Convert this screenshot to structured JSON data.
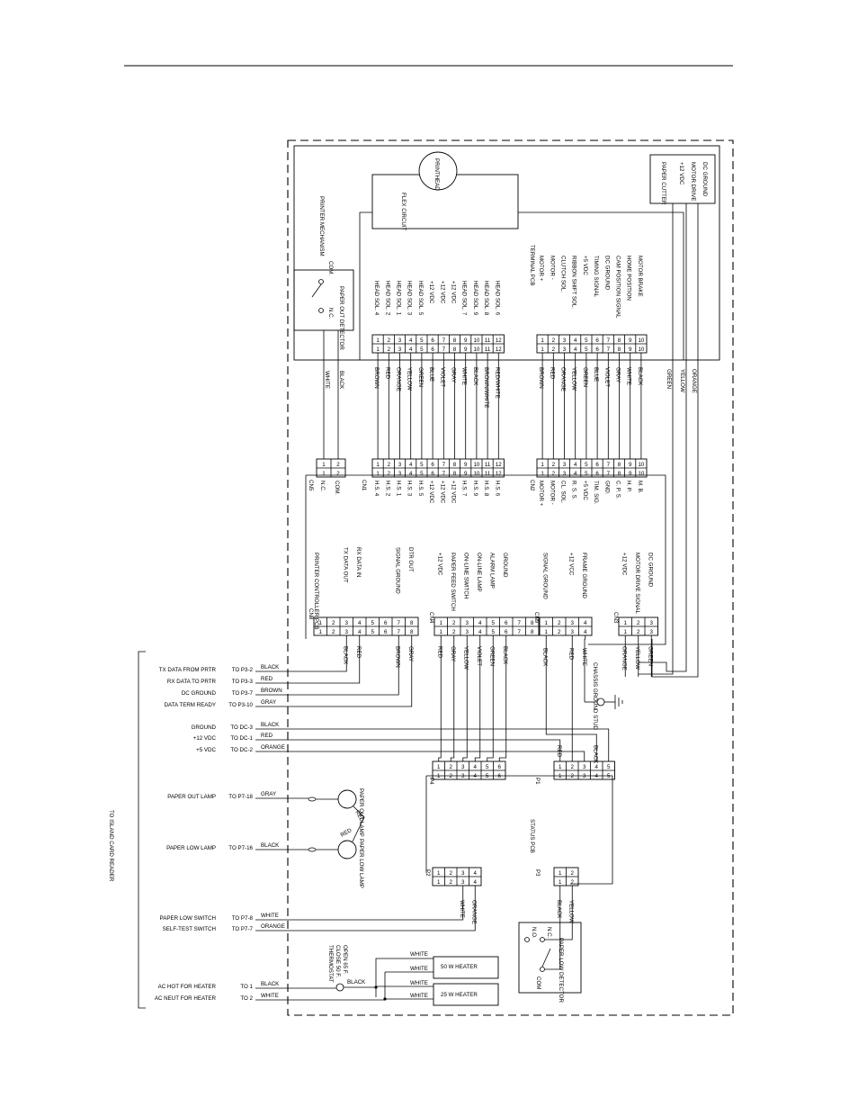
{
  "printer_mechanism": {
    "title": "PRINTER MECHANISM",
    "printhead": "PRINTHEAD",
    "flex_circuit": "FLEX CIRCUIT",
    "terminal_pcb": "TERMINAL PCB",
    "paper_out_detector": "PAPER OUT DETECTOR",
    "switch_nc": "N.C.",
    "switch_com": "COM.",
    "paper_cutter": {
      "title": "PAPER CUTTER",
      "signals": [
        "+12 VDC",
        "MOTOR DRIVE",
        "DC GROUND"
      ]
    },
    "head_block_signals": [
      "HEAD SOL. 4",
      "HEAD SOL. 2",
      "HEAD SOL. 1",
      "HEAD SOL. 3",
      "HEAD SOL. 5",
      "+12 VDC",
      "+12 VDC",
      "+12 VDC",
      "HEAD SOL. 7",
      "HEAD SOL. 9",
      "HEAD SOL. 8",
      "HEAD SOL. 6"
    ],
    "motor_block_signals": [
      "MOTOR +",
      "MOTOR -",
      "CLUTCH SOL.",
      "RIBBON SHIFT SOL.",
      "+5 VDC",
      "TIMING SIGNAL",
      "DC GROUND",
      "CAM POSITION SIGNAL",
      "HOME POSITION",
      "MOTOR BRAKE"
    ]
  },
  "wire_colors": {
    "detector": [
      "WHITE",
      "BLACK"
    ],
    "head": [
      "BROWN",
      "RED",
      "ORANGE",
      "YELLOW",
      "GREEN",
      "BLUE",
      "VIOLET",
      "GRAY",
      "WHITE",
      "BLACK",
      "BROWN/WHITE",
      "RED/WHITE"
    ],
    "motor": [
      "BROWN",
      "RED",
      "ORANGE",
      "YELLOW",
      "GREEN",
      "BLUE",
      "VIOLET",
      "GRAY",
      "WHITE",
      "BLACK"
    ],
    "cutter": [
      "GREEN",
      "YELLOW",
      "ORANGE"
    ]
  },
  "controller_pcb": {
    "title": "PRINTER CONTROLLER PCB",
    "cn5": {
      "name": "CN5",
      "labels": [
        "N.C.",
        "COM."
      ]
    },
    "cn1": {
      "name": "CN1",
      "labels": [
        "H.S. 4",
        "H.S. 2",
        "H.S. 1",
        "H.S. 3",
        "H.S. 5",
        "+12 VDC",
        "+12 VDC",
        "+12 VDC",
        "H.S. 7",
        "H.S. 9",
        "H.S. 8",
        "H.S. 6"
      ]
    },
    "cn2": {
      "name": "CN2",
      "labels": [
        "MOTOR +",
        "MOTOR -",
        "CL. SOL.",
        "R. S. S.",
        "+5 VDC",
        "TIM. SIG.",
        "GND.",
        "C. P. S.",
        "H. P.",
        "M. B."
      ]
    },
    "cn8": {
      "name": "CN8",
      "labels": [
        "",
        "",
        "TX DATA OUT",
        "RX DATA IN",
        "",
        "",
        "SIGNAL GROUND",
        "DTR OUT"
      ]
    },
    "cn4": {
      "name": "CN4",
      "labels": [
        "+12 VDC",
        "PAPER FEED SWITCH",
        "ON-LINE SWITCH",
        "ON-LINE LAMP",
        "ALARM LAMP",
        "GROUND",
        "",
        ""
      ]
    },
    "cn9": {
      "name": "CN9",
      "labels": [
        "SIGNAL GROUND",
        "",
        "+12 VCC",
        "FRAME GROUND"
      ]
    },
    "cn3": {
      "name": "CN3",
      "labels": [
        "+12 VDC",
        "MOTOR DRIVE SIGNAL",
        "DC GROUND"
      ]
    }
  },
  "cn8_wires": [
    "",
    "",
    "BLACK",
    "RED",
    "",
    "",
    "BROWN",
    "GRAY"
  ],
  "cn4_wires": [
    "RED",
    "GRAY",
    "YELLOW",
    "VIOLET",
    "GREEN",
    "BLACK"
  ],
  "cn9_wires": [
    "BLACK",
    "",
    "RED",
    "WHITE"
  ],
  "cn3_wires": [
    "ORANGE",
    "YELLOW",
    "GREEN"
  ],
  "chassis_ground": "CHASSIS GROUND STUD",
  "status_pcb": {
    "title": "STATUS PCB",
    "p4": "P4",
    "p1": "P1",
    "p2": "P2",
    "p3": "P3",
    "p1_wires": [
      "RED",
      "",
      "",
      "BLACK",
      ""
    ]
  },
  "card_reader": {
    "title": "TO ISLAND CARD READER",
    "rows": [
      {
        "label": "TX DATA FROM PRTR",
        "to": "TO P3-2",
        "wire": "BLACK"
      },
      {
        "label": "RX DATA TO PRTR",
        "to": "TO P3-3",
        "wire": "RED"
      },
      {
        "label": "DC GROUND",
        "to": "TO P3-7",
        "wire": "BROWN"
      },
      {
        "label": "DATA TERM READY",
        "to": "TO P3-10",
        "wire": "GRAY"
      },
      {
        "label": "GROUND",
        "to": "TO DC-3",
        "wire": "BLACK"
      },
      {
        "label": "+12 VDC",
        "to": "TO DC-1",
        "wire": "RED"
      },
      {
        "label": "+5 VDC",
        "to": "TO DC-2",
        "wire": "ORANGE"
      },
      {
        "label": "PAPER OUT LAMP",
        "to": "TO P7-18",
        "wire": "GRAY"
      },
      {
        "label": "PAPER LOW LAMP",
        "to": "TO P7-16",
        "wire": "BLACK"
      },
      {
        "label": "PAPER LOW SWITCH",
        "to": "TO P7-8",
        "wire": "WHITE"
      },
      {
        "label": "SELF-TEST SWITCH",
        "to": "TO P7-7",
        "wire": "ORANGE"
      },
      {
        "label": "AC HOT FOR HEATER",
        "to": "TO 1",
        "wire": "BLACK"
      },
      {
        "label": "AC NEUT FOR HEATER",
        "to": "TO 2",
        "wire": "WHITE"
      }
    ]
  },
  "lamps": {
    "paper_out": "PAPER OUT LAMP",
    "paper_low": "PAPER LOW LAMP",
    "red1": "RED",
    "red2": "RED"
  },
  "p2_wires": [
    "",
    "",
    "WHITE",
    "ORANGE"
  ],
  "p3_wires": [
    "BLACK",
    "YELLOW"
  ],
  "paper_low_detector": {
    "title": "PAPER LOW DETECTOR",
    "no": "N.O.",
    "nc": "N.C.",
    "com": "COM"
  },
  "heater": {
    "thermostat": [
      "THERMOSTAT",
      "CLOSE 50 F.",
      "OPEN 65 F."
    ],
    "thermostat_wire": "BLACK",
    "h50": "50 W HEATER",
    "h25": "25 W HEATER",
    "wires": [
      "WHITE",
      "WHITE",
      "WHITE",
      "WHITE"
    ]
  }
}
